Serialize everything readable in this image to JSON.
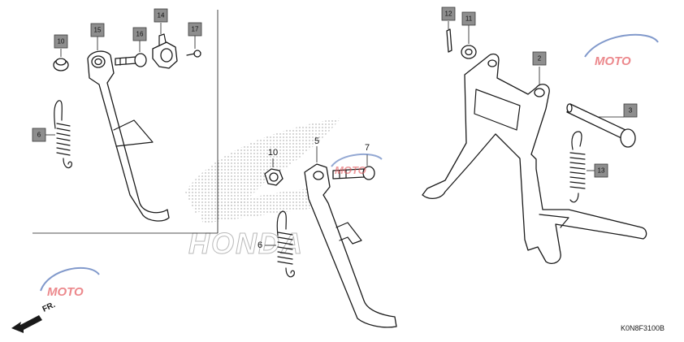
{
  "diagram": {
    "code": "K0N8F3100B",
    "direction_label": "FR.",
    "watermark": "MOTO",
    "brand_watermark": "HONDA",
    "colors": {
      "callout_fill": "#8e8e8e",
      "line": "#1a1a1a",
      "watermark_red": "#e4575c",
      "watermark_blue": "#4d6fb6"
    }
  },
  "callouts": {
    "c10": "10",
    "c15": "15",
    "c14": "14",
    "c16": "16",
    "c17": "17",
    "c6": "6",
    "c12": "12",
    "c11": "11",
    "c2": "2",
    "c3": "3",
    "c13": "13"
  },
  "plain_labels": {
    "l10": "10",
    "l5": "5",
    "l7": "7",
    "l6": "6"
  }
}
